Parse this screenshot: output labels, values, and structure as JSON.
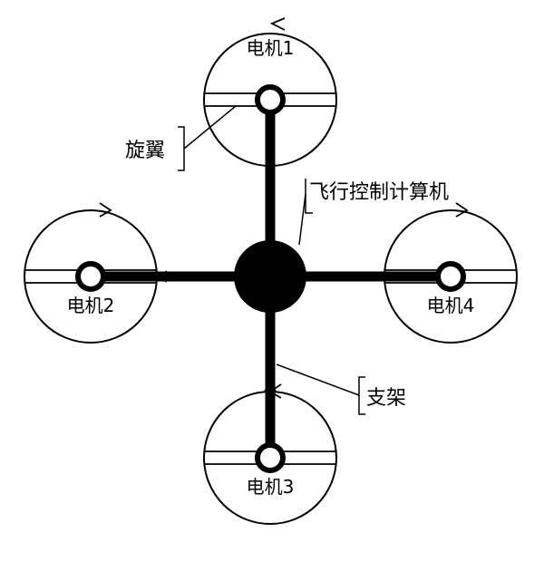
{
  "motors": [
    {
      "id": 1,
      "label": "电机1"
    },
    {
      "id": 2,
      "label": "电机2"
    },
    {
      "id": 3,
      "label": "电机3"
    },
    {
      "id": 4,
      "label": "电机4"
    }
  ],
  "annotations": {
    "rotor": "旋翼",
    "flight_computer": "飞行控制计算机",
    "frame": "支架"
  },
  "colors": {
    "line": "#000000",
    "background": "#ffffff"
  }
}
